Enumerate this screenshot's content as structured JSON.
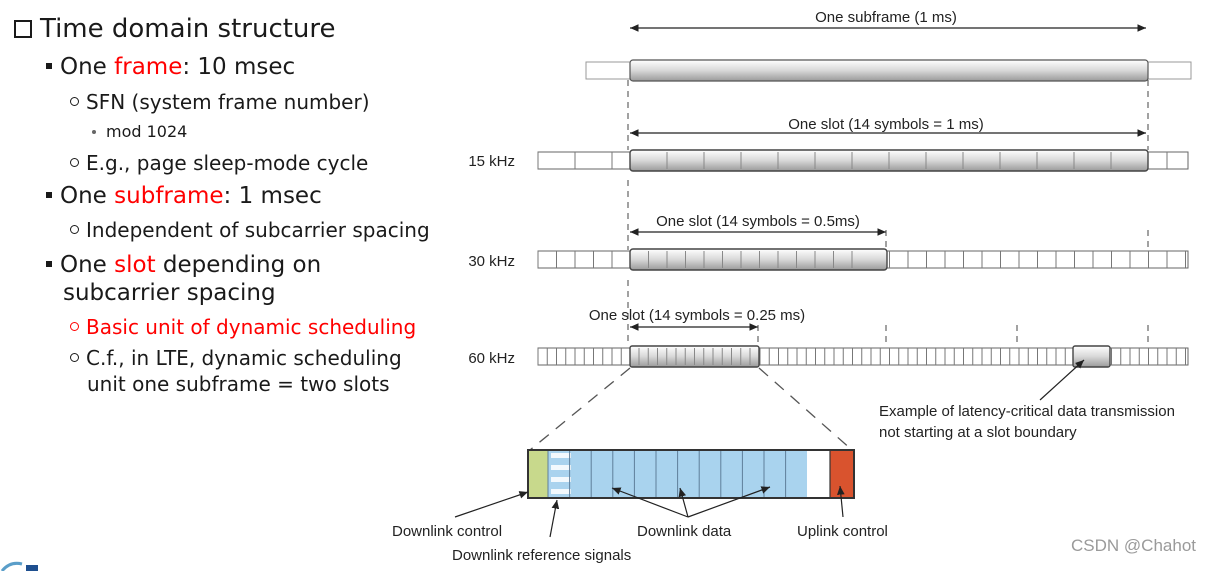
{
  "heading": "Time domain structure",
  "bullets": {
    "frame": {
      "pre": "One ",
      "key": "frame",
      "post": ": 10 msec"
    },
    "sfn": "SFN (system frame number)",
    "mod": "mod 1024",
    "page": "E.g., page sleep-mode cycle",
    "subframe": {
      "pre": "One ",
      "key": "subframe",
      "post": ": 1 msec"
    },
    "indep": "Independent of subcarrier spacing",
    "slot": {
      "pre": "One ",
      "key": "slot",
      "post": " depending on",
      "line2": "subcarrier spacing"
    },
    "basic": "Basic unit of dynamic scheduling",
    "cf": {
      "line1": "C.f., in LTE, dynamic scheduling",
      "line2": "unit one subframe = two slots"
    }
  },
  "diagram": {
    "subframe_label": "One subframe (1 ms)",
    "rows": [
      {
        "scs": "15 kHz",
        "slot_label": "One slot (14 symbols = 1 ms)"
      },
      {
        "scs": "30 kHz",
        "slot_label": "One slot (14 symbols = 0.5ms)"
      },
      {
        "scs": "60 kHz",
        "slot_label": "One slot (14 symbols = 0.25 ms)"
      }
    ],
    "latency_note": [
      "Example of latency-critical data transmission",
      "not starting at a slot boundary"
    ],
    "detail_labels": {
      "dl_control": "Downlink control",
      "dl_ref": "Downlink reference signals",
      "dl_data": "Downlink data",
      "ul_control": "Uplink control"
    },
    "colors": {
      "dl_control": "#c8d98c",
      "dl_data": "#a9d3ee",
      "ul_control": "#d9532e"
    }
  },
  "watermark": "CSDN @Chahot"
}
